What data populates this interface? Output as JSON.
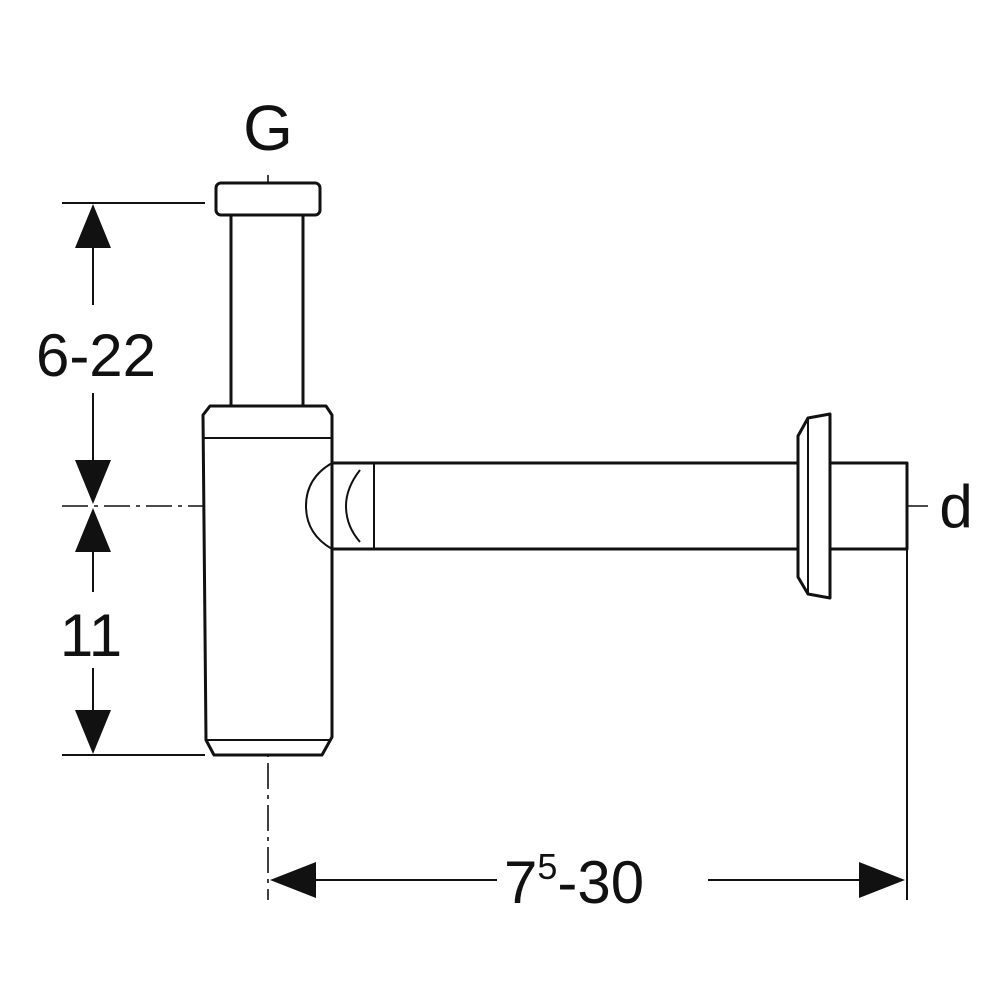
{
  "labels": {
    "top_connection": "G",
    "outlet": "d",
    "height_adjust": "6-22",
    "lower_offset": "11",
    "length_main": "7",
    "length_sup": "5",
    "length_rest": "-30"
  }
}
